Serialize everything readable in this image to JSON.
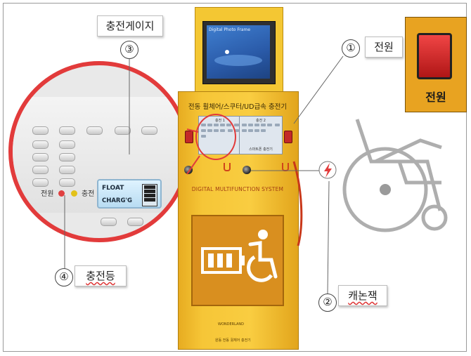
{
  "labels": {
    "gauge": "충전게이지",
    "power": "전원",
    "lamp": "충전등",
    "jack": "캐논잭"
  },
  "numbers": {
    "one": "①",
    "two": "②",
    "three": "③",
    "four": "④"
  },
  "kiosk": {
    "title": "전동 휠체어/스쿠터/UD급속 충전기",
    "digital_title": "DIGITAL MULTIFUNCTION SYSTEM",
    "screen_title": "Digital Photo Frame",
    "panel_left_header": "충전 1",
    "panel_right_header": "충전 2",
    "panel_right_text": "스마트폰 충전기",
    "brand": "WONDERLAND",
    "maker": "원동 전동 휠체어 충전기"
  },
  "zoom": {
    "float": "FLOAT",
    "charg": "CHARG'G",
    "power_led": "전원",
    "charge_led": "충전"
  },
  "power_photo": {
    "label": "전원"
  },
  "colors": {
    "accent_red": "#e23b3b",
    "kiosk_yellow": "#f6c637",
    "battery_orange": "#d98f1f"
  }
}
